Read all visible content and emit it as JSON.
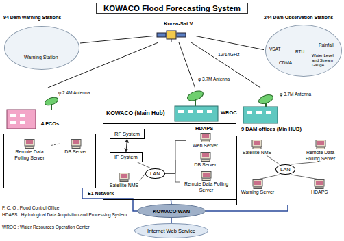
{
  "diagram": {
    "title": "KOWACO Flood Forecasting System",
    "nodes": [
      {
        "text": [
          "94 Dam Warning Stations",
          "Warning Station"
        ]
      },
      {
        "text": [
          "244 Dam Observation Stations",
          "VSAT",
          "Rainfall",
          "RTU",
          "CDMA",
          "Water Level and Stream Gauge"
        ]
      },
      {
        "text": [
          "Korea-Sat V"
        ]
      },
      {
        "text": [
          "KOWACO (Main Hub)"
        ]
      },
      {
        "text": [
          "RF System"
        ],
        "in": 3
      },
      {
        "text": [
          "IF System"
        ],
        "in": 3
      },
      {
        "text": [
          "LAN"
        ],
        "in": 3
      },
      {
        "text": [
          "Satellite NMS"
        ],
        "in": 3
      },
      {
        "text": [
          "Web Server"
        ],
        "in": 3
      },
      {
        "text": [
          "DB Server"
        ],
        "in": 3
      },
      {
        "text": [
          "Remote Data Polling Server"
        ],
        "in": 3
      },
      {
        "text": [
          "4 FCOs"
        ]
      },
      {
        "text": [
          "Remote Data Polling Server"
        ],
        "in": 11
      },
      {
        "text": [
          "DB Server"
        ],
        "in": 11
      },
      {
        "text": [
          "9 DAM offices (Min HUB)"
        ]
      },
      {
        "text": [
          "Satellite NMS"
        ],
        "in": 14
      },
      {
        "text": [
          "LAN"
        ],
        "in": 14
      },
      {
        "text": [
          "Remote Data Polling Server"
        ],
        "in": 14
      },
      {
        "text": [
          "Warning Server"
        ],
        "in": 14
      },
      {
        "text": [
          "HDAPS"
        ],
        "in": 14
      },
      {
        "text": [
          "KOWACO WAN"
        ]
      },
      {
        "text": [
          "Internet Web Service"
        ]
      }
    ],
    "edges": [
      {
        "from": 2,
        "to": 0,
        "arrow": "none"
      },
      {
        "from": 2,
        "to": 1,
        "arrow": "none"
      },
      {
        "from": 2,
        "to": 3,
        "arrow": "none"
      },
      {
        "from": 2,
        "to": 11,
        "arrow": "none"
      },
      {
        "from": 2,
        "to": 14,
        "arrow": "none"
      },
      {
        "from": 4,
        "to": 5,
        "arrow": "both"
      },
      {
        "from": 5,
        "to": 6,
        "arrow": "none"
      },
      {
        "from": 6,
        "to": 7,
        "arrow": "none"
      },
      {
        "from": 6,
        "to": 8,
        "arrow": "none"
      },
      {
        "from": 6,
        "to": 9,
        "arrow": "none"
      },
      {
        "from": 6,
        "to": 10,
        "arrow": "none"
      },
      {
        "from": 12,
        "to": 13,
        "arrow": "none"
      },
      {
        "from": 16,
        "to": 15,
        "arrow": "none"
      },
      {
        "from": 16,
        "to": 17,
        "arrow": "none"
      },
      {
        "from": 16,
        "to": 18,
        "arrow": "none"
      },
      {
        "from": 16,
        "to": 19,
        "arrow": "none"
      },
      {
        "from": 11,
        "to": 20,
        "arrow": "none"
      },
      {
        "from": 3,
        "to": 20,
        "arrow": "none"
      },
      {
        "from": 14,
        "to": 20,
        "arrow": "none"
      },
      {
        "from": 20,
        "to": 21,
        "arrow": "none"
      }
    ],
    "labels": [
      "12/14GHz",
      "φ 3.7M Antenna",
      "WROC",
      "HDAPS",
      "φ 2.4M Antenna",
      "φ 3.7M Antenna",
      "E1 Network",
      "F. C. O : Flood Control Office",
      "HDAPS : Hydrological Data Acquisition and Processing System",
      "WROC : Water Resources Operation Center"
    ]
  }
}
